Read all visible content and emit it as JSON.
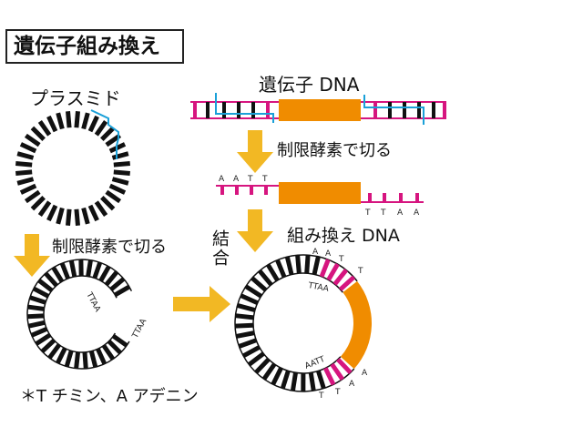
{
  "title": "遺伝子組み換え",
  "labels": {
    "plasmid": "プラスミド",
    "gene_dna": "遺伝子 DNA",
    "cut_top": "制限酵素で切る",
    "cut_left": "制限酵素で切る",
    "combine": "結合",
    "recombinant": "組み換え DNA",
    "note": "＊T チミン、A アデニン"
  },
  "bases": {
    "top_left": [
      "A",
      "A",
      "T",
      "T"
    ],
    "top_right": [
      "T",
      "T",
      "A",
      "A"
    ],
    "open_upper": "TTAA",
    "open_lower": "TTAA",
    "rec_upper_out": [
      "A",
      "A",
      "T",
      "T"
    ],
    "rec_upper_in": "TTAA",
    "rec_lower_in": "AATT",
    "rec_lower_out": [
      "T",
      "T",
      "A",
      "A"
    ]
  },
  "colors": {
    "magenta": "#d6157f",
    "orange": "#f08c00",
    "arrow": "#f2b824",
    "cyan": "#1aa0d8",
    "ink": "#111111"
  }
}
